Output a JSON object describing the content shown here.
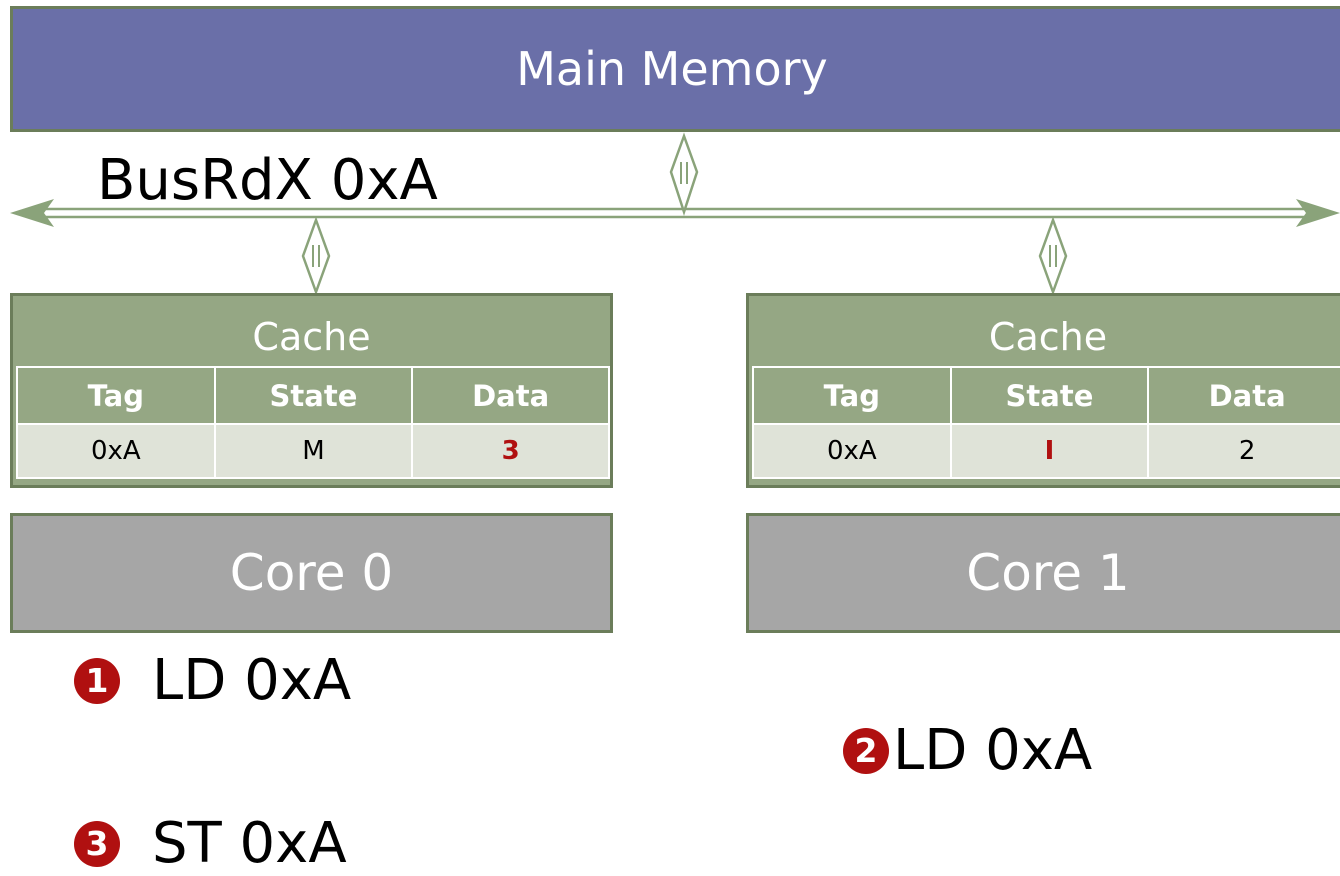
{
  "main_memory": {
    "label": "Main Memory"
  },
  "bus": {
    "label": "BusRdX 0xA"
  },
  "caches": [
    {
      "title": "Cache",
      "headers": [
        "Tag",
        "State",
        "Data"
      ],
      "row": {
        "tag": "0xA",
        "state": "M",
        "data": "3"
      },
      "highlight": "data"
    },
    {
      "title": "Cache",
      "headers": [
        "Tag",
        "State",
        "Data"
      ],
      "row": {
        "tag": "0xA",
        "state": "I",
        "data": "2"
      },
      "highlight": "state"
    }
  ],
  "cores": [
    {
      "label": "Core 0"
    },
    {
      "label": "Core 1"
    }
  ],
  "operations": [
    {
      "step": "1",
      "text": "LD 0xA"
    },
    {
      "step": "2",
      "text": "LD 0xA"
    },
    {
      "step": "3",
      "text": "ST 0xA"
    }
  ],
  "colors": {
    "memory": "#6a6fa8",
    "cache": "#95a784",
    "core": "#a6a6a6",
    "accent": "#b01010",
    "bus": "#8aa37a"
  }
}
